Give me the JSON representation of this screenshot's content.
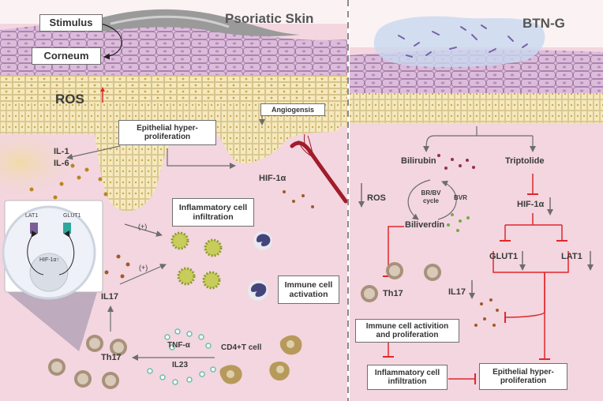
{
  "left_panel": {
    "title": "Psoriatic Skin",
    "stimulus": "Stimulus",
    "corneum": "Corneum",
    "ros": "ROS",
    "epithelial": "Epithelial hyper-proliferation",
    "angiogenesis": "Angiogensis",
    "il1": "IL-1",
    "il6": "IL-6",
    "hif": "HIF-1α",
    "inflammatory": "Inflammatory cell infiltration",
    "immune": "Immune cell activation",
    "plus1": "(+)",
    "plus2": "(+)",
    "il17": "IL17",
    "th17": "Th17",
    "tnf": "TNF-α",
    "il23": "IL23",
    "cd4": "CD4+T cell",
    "inset": {
      "lat1": "LAT1",
      "glut1": "GLUT1",
      "hif": "HIF-1α↑"
    }
  },
  "right_panel": {
    "title": "BTN-G",
    "bilirubin": "Bilirubin",
    "triptolide": "Triptolide",
    "ros": "ROS",
    "cycle": "BR/BV cycle",
    "bvr": "BVR",
    "biliverdin": "Biliverdin",
    "hif": "HIF-1α",
    "glut1": "GLUT1",
    "lat1": "LAT1",
    "th17": "Th17",
    "il17": "IL17",
    "immune": "Immune cell activition and proliferation",
    "inflammatory": "Inflammatory cell infiltration",
    "epithelial": "Epithelial hyper-proliferation"
  },
  "colors": {
    "tissue": "#f3d6df",
    "corneum": "#d9b9d8",
    "basal": "#f5e7b6",
    "inhibit": "#e2262c",
    "arrow": "#6d6d6d",
    "divider": "#8a8a8a"
  }
}
